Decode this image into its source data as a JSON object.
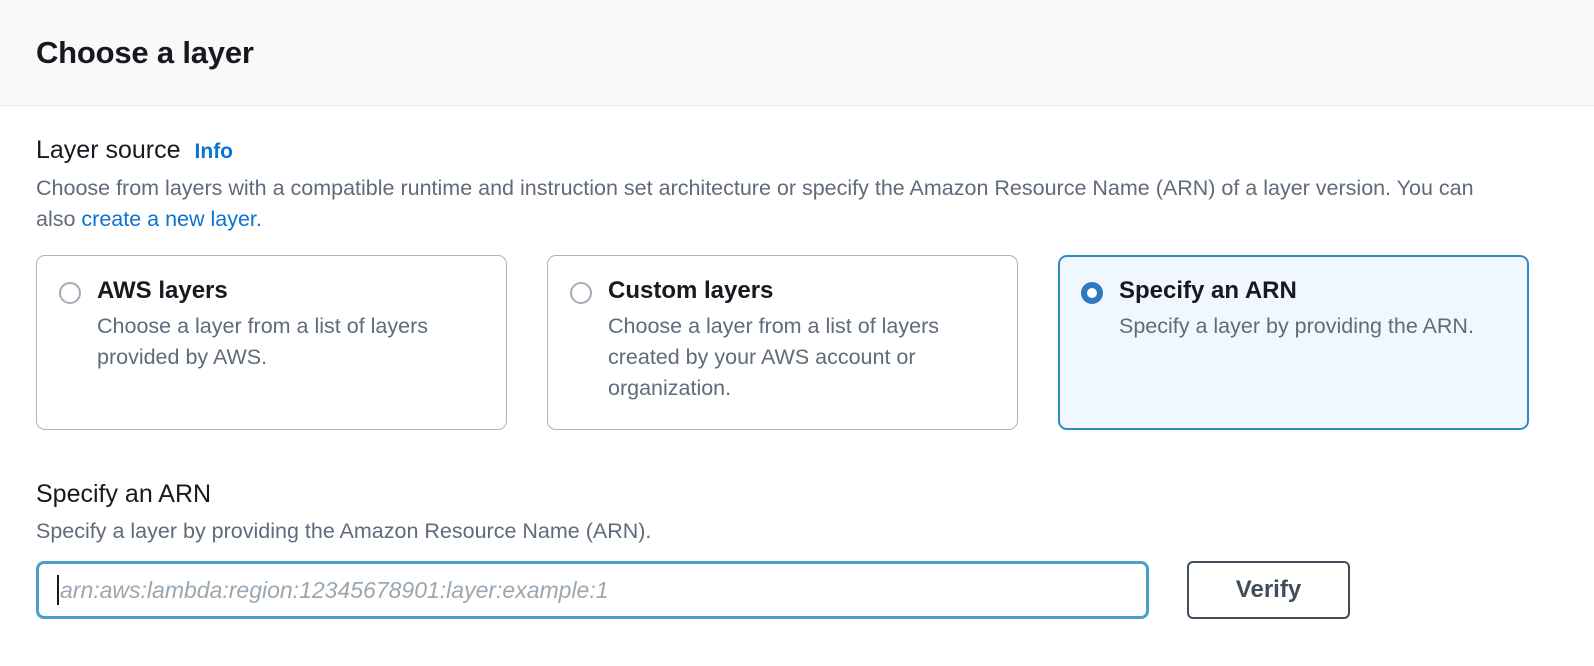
{
  "header": {
    "title": "Choose a layer"
  },
  "layer_source": {
    "label": "Layer source",
    "info_label": "Info",
    "description_before": "Choose from layers with a compatible runtime and instruction set architecture or specify the Amazon Resource Name (ARN) of a layer version. You can also ",
    "description_link": "create a new layer",
    "description_after": ".",
    "options": [
      {
        "title": "AWS layers",
        "description": "Choose a layer from a list of layers provided by AWS.",
        "selected": false
      },
      {
        "title": "Custom layers",
        "description": "Choose a layer from a list of layers created by your AWS account or organization.",
        "selected": false
      },
      {
        "title": "Specify an ARN",
        "description": "Specify a layer by providing the ARN.",
        "selected": true
      }
    ]
  },
  "arn_section": {
    "title": "Specify an ARN",
    "description": "Specify a layer by providing the Amazon Resource Name (ARN).",
    "input": {
      "value": "",
      "placeholder": "arn:aws:lambda:region:12345678901:layer:example:1"
    },
    "verify_label": "Verify"
  },
  "colors": {
    "accent_blue": "#0972d3",
    "selected_border": "#2f8bc6",
    "selected_background": "#f1f8fd",
    "input_focus_border": "#4a9fc9",
    "text_primary": "#16191f",
    "text_secondary": "#5f6b7a",
    "button_border": "#414d5c",
    "header_background": "#f9f9fa"
  }
}
